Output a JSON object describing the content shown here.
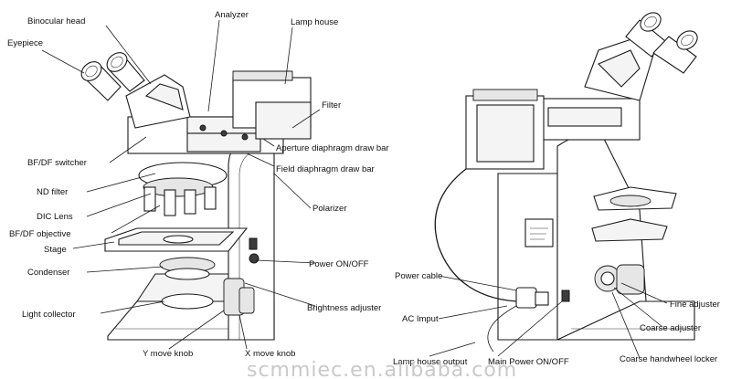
{
  "colors": {
    "line": "#1a1a1a",
    "label": "#111111",
    "watermark": "#c9c9c9",
    "background": "#ffffff"
  },
  "left_view": {
    "labels": {
      "binocular_head": "Binocular head",
      "analyzer": "Analyzer",
      "lamp_house": "Lamp house",
      "eyepiece": "Eyepiece",
      "filter": "Filter",
      "aperture_diaphragm_draw_bar": "Aperture diaphragm draw bar",
      "bf_df_switcher": "BF/DF switcher",
      "field_diaphragm_draw_bar": "Field diaphragm draw bar",
      "nd_filter": "ND filter",
      "polarizer": "Polarizer",
      "dic_lens": "DIC Lens",
      "bf_df_objective": "BF/DF objective",
      "stage": "Stage",
      "power_on_off": "Power ON/OFF",
      "condenser": "Condenser",
      "brightness_adjuster": "Brightness adjuster",
      "light_collector": "Light collector",
      "y_move_knob": "Y move knob",
      "x_move_knob": "X move knob"
    }
  },
  "right_view": {
    "labels": {
      "power_cable": "Power cable",
      "ac_imput": "AC Imput",
      "lamp_house_output": "Lamp house output",
      "main_power_on_off": "Main Power ON/OFF",
      "fine_adjuster": "Fine adjuster",
      "coarse_adjuster": "Coarse adjuster",
      "coarse_handwheel_locker": "Coarse handwheel locker"
    }
  },
  "watermark": "scmmiec.en.alibaba.com"
}
